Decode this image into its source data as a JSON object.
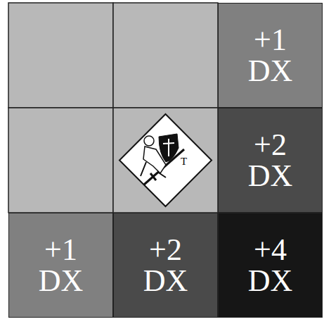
{
  "diagram": {
    "nodes": [
      {
        "text": [
          "+1 DX"
        ]
      },
      {
        "text": [
          "+2 DX"
        ]
      },
      {
        "text": [
          "+1 DX"
        ]
      },
      {
        "text": [
          "+2 DX"
        ]
      },
      {
        "text": [
          "+4 DX"
        ]
      }
    ],
    "labels": [
      "T"
    ]
  }
}
